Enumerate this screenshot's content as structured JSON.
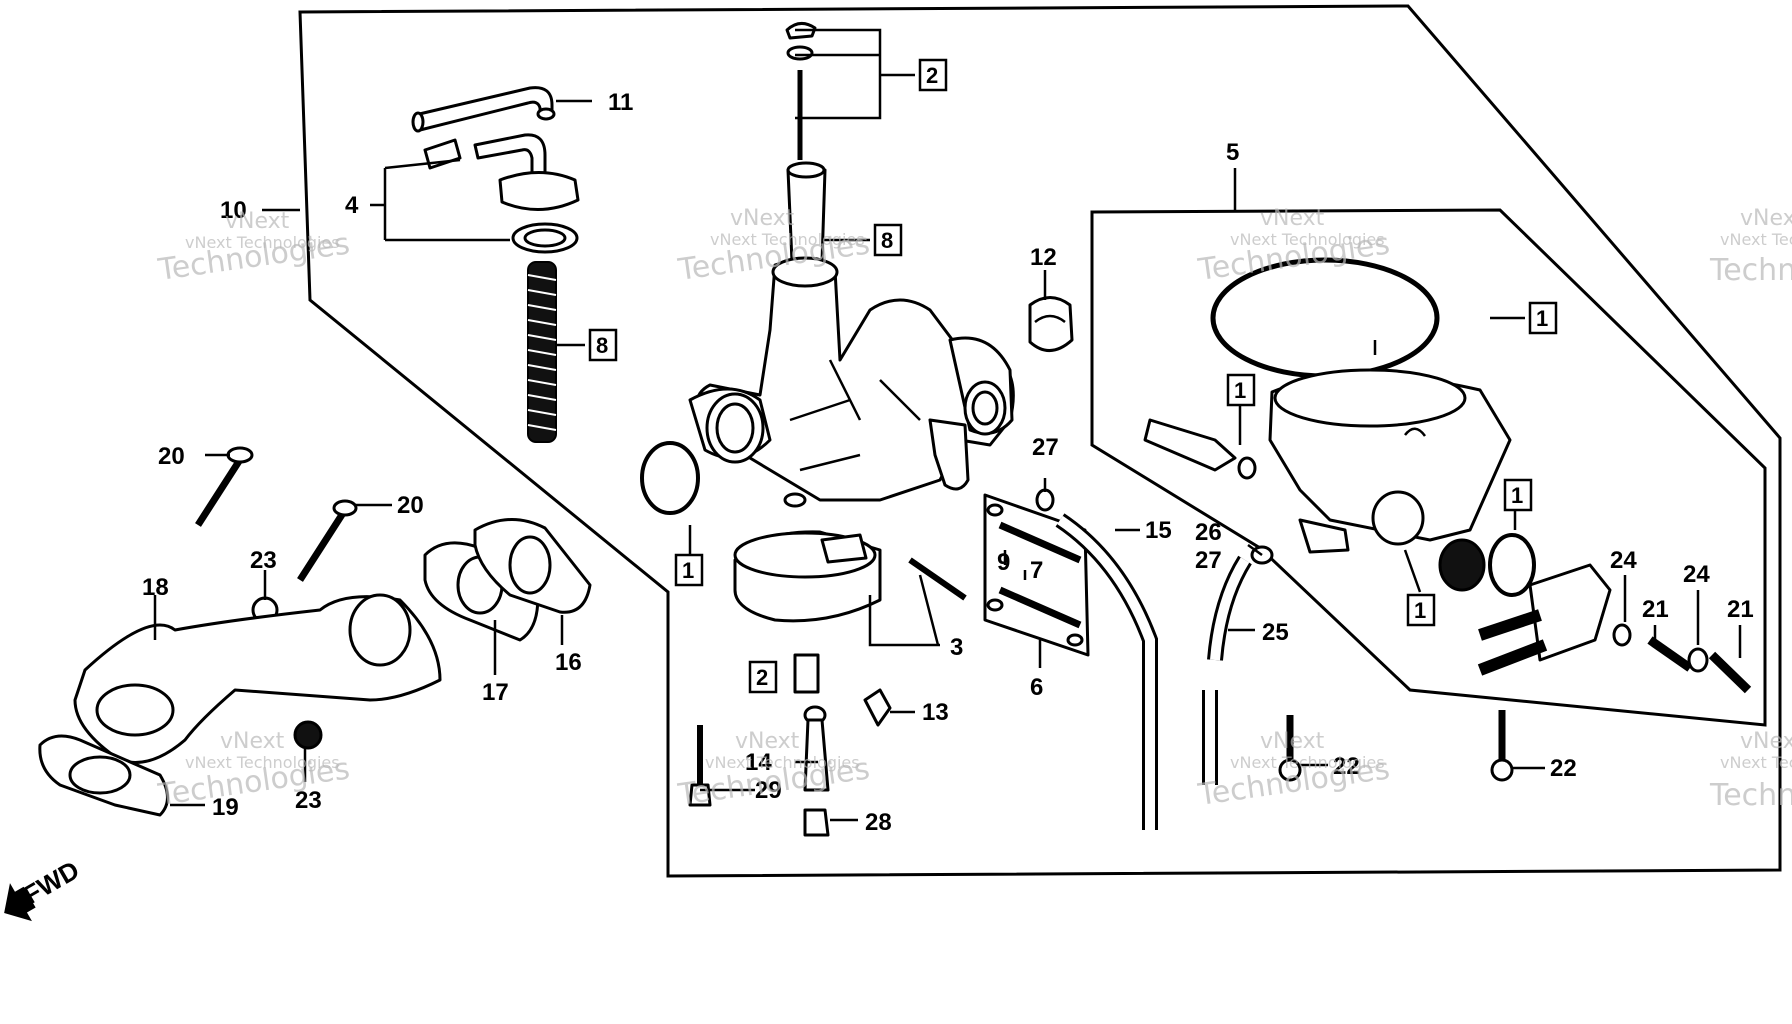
{
  "watermark": {
    "line1": "vNext",
    "line2": "vNext Technologies",
    "line3": "Technologies"
  },
  "direction_label": "FWD",
  "callouts": [
    {
      "id": "c11",
      "text": "11"
    },
    {
      "id": "c4",
      "text": "4"
    },
    {
      "id": "c10",
      "text": "10"
    },
    {
      "id": "c12",
      "text": "12"
    },
    {
      "id": "c5",
      "text": "5"
    },
    {
      "id": "c27a",
      "text": "27"
    },
    {
      "id": "c15",
      "text": "15"
    },
    {
      "id": "c26",
      "text": "26"
    },
    {
      "id": "c27b",
      "text": "27"
    },
    {
      "id": "c25",
      "text": "25"
    },
    {
      "id": "c9",
      "text": "9"
    },
    {
      "id": "c7",
      "text": "7"
    },
    {
      "id": "c6",
      "text": "6"
    },
    {
      "id": "c3",
      "text": "3"
    },
    {
      "id": "c13",
      "text": "13"
    },
    {
      "id": "c14",
      "text": "14"
    },
    {
      "id": "c29",
      "text": "29"
    },
    {
      "id": "c28",
      "text": "28"
    },
    {
      "id": "c20a",
      "text": "20"
    },
    {
      "id": "c20b",
      "text": "20"
    },
    {
      "id": "c23a",
      "text": "23"
    },
    {
      "id": "c23b",
      "text": "23"
    },
    {
      "id": "c18",
      "text": "18"
    },
    {
      "id": "c17",
      "text": "17"
    },
    {
      "id": "c16",
      "text": "16"
    },
    {
      "id": "c19",
      "text": "19"
    },
    {
      "id": "c22a",
      "text": "22"
    },
    {
      "id": "c22b",
      "text": "22"
    },
    {
      "id": "c24a",
      "text": "24"
    },
    {
      "id": "c24b",
      "text": "24"
    },
    {
      "id": "c21a",
      "text": "21"
    },
    {
      "id": "c21b",
      "text": "21"
    }
  ],
  "boxed_callouts": [
    {
      "id": "b2a",
      "text": "2"
    },
    {
      "id": "b8a",
      "text": "8"
    },
    {
      "id": "b8b",
      "text": "8"
    },
    {
      "id": "b1a",
      "text": "1"
    },
    {
      "id": "b1b",
      "text": "1"
    },
    {
      "id": "b1c",
      "text": "1"
    },
    {
      "id": "b1d",
      "text": "1"
    },
    {
      "id": "b1e",
      "text": "1"
    },
    {
      "id": "b2b",
      "text": "2"
    }
  ]
}
